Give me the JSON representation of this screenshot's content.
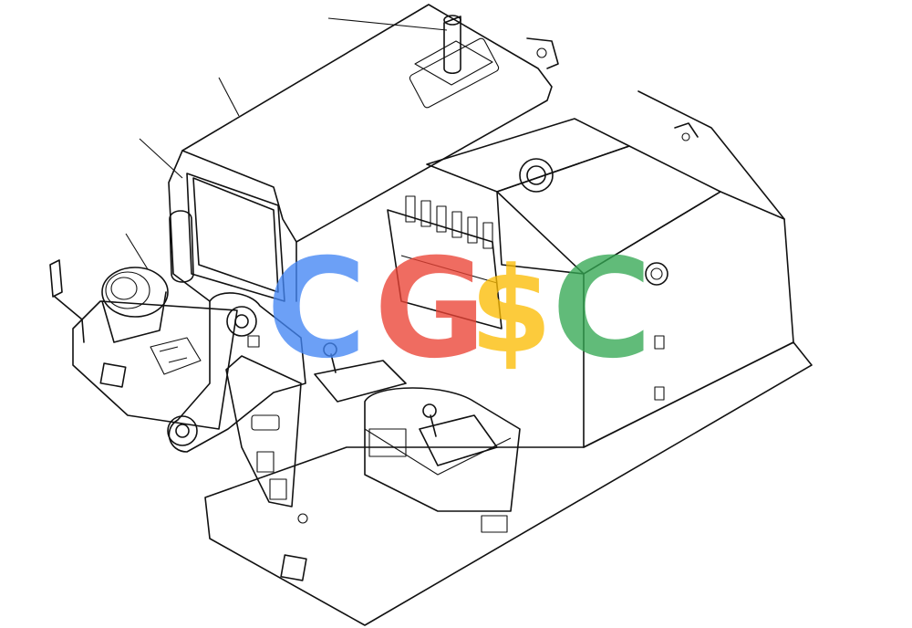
{
  "watermark": {
    "letters": [
      "C",
      "G",
      "$",
      "C"
    ],
    "colors": [
      "#4285F4",
      "#EA4335",
      "#FBBC05",
      "#34A853"
    ],
    "opacity": 0.78
  },
  "palette": {
    "line": "#111111",
    "background": "#ffffff"
  }
}
